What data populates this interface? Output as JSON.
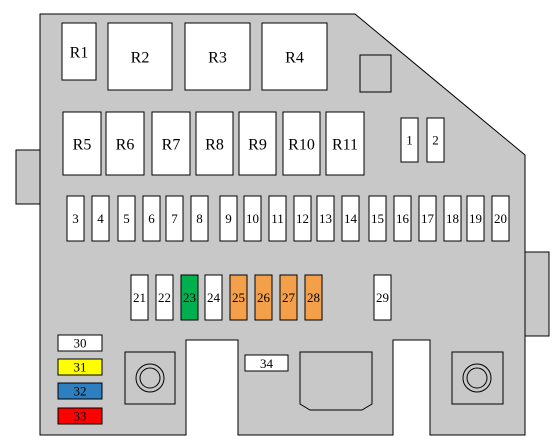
{
  "relays": [
    "R1",
    "R2",
    "R3",
    "R4",
    "R5",
    "R6",
    "R7",
    "R8",
    "R9",
    "R10",
    "R11"
  ],
  "fuses_top": [
    "1",
    "2"
  ],
  "fuses_row1": [
    "3",
    "4",
    "5",
    "6",
    "7",
    "8",
    "9",
    "10",
    "11",
    "12",
    "13",
    "14",
    "15",
    "16",
    "17",
    "18",
    "19",
    "20"
  ],
  "fuses_row2": [
    {
      "label": "21",
      "color": "#ffffff"
    },
    {
      "label": "22",
      "color": "#ffffff"
    },
    {
      "label": "23",
      "color": "#00b050"
    },
    {
      "label": "24",
      "color": "#ffffff"
    },
    {
      "label": "25",
      "color": "#f4a04a"
    },
    {
      "label": "26",
      "color": "#f4a04a"
    },
    {
      "label": "27",
      "color": "#f4a04a"
    },
    {
      "label": "28",
      "color": "#f4a04a"
    },
    {
      "label": "29",
      "color": "#ffffff"
    }
  ],
  "fuse_34": "34",
  "legend": [
    {
      "label": "30",
      "color": "#ffffff"
    },
    {
      "label": "31",
      "color": "#ffff00"
    },
    {
      "label": "32",
      "color": "#2e7fbf"
    },
    {
      "label": "33",
      "color": "#ff0000"
    }
  ],
  "colors": {
    "housing": "#c8c8c8",
    "outline": "#000000",
    "white": "#ffffff"
  }
}
